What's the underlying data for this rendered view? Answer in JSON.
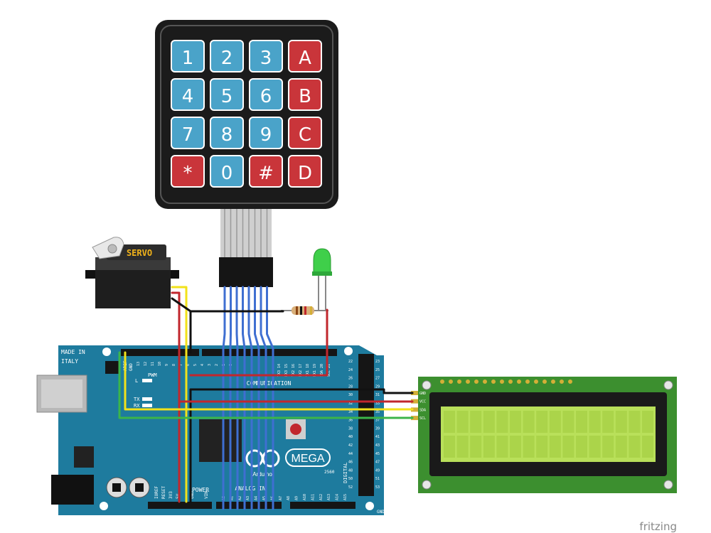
{
  "keypad": {
    "keys": [
      {
        "label": "1",
        "color": "#4aa3c9"
      },
      {
        "label": "2",
        "color": "#4aa3c9"
      },
      {
        "label": "3",
        "color": "#4aa3c9"
      },
      {
        "label": "A",
        "color": "#c9353a"
      },
      {
        "label": "4",
        "color": "#4aa3c9"
      },
      {
        "label": "5",
        "color": "#4aa3c9"
      },
      {
        "label": "6",
        "color": "#4aa3c9"
      },
      {
        "label": "B",
        "color": "#c9353a"
      },
      {
        "label": "7",
        "color": "#4aa3c9"
      },
      {
        "label": "8",
        "color": "#4aa3c9"
      },
      {
        "label": "9",
        "color": "#4aa3c9"
      },
      {
        "label": "C",
        "color": "#c9353a"
      },
      {
        "label": "*",
        "color": "#c9353a"
      },
      {
        "label": "0",
        "color": "#4aa3c9"
      },
      {
        "label": "#",
        "color": "#c9353a"
      },
      {
        "label": "D",
        "color": "#c9353a"
      }
    ]
  },
  "servo": {
    "label": "SERVO"
  },
  "board": {
    "made_in": "MADE IN",
    "italy": "ITALY",
    "mega": "MEGA",
    "mega_sub": "2560",
    "aref": "AREF",
    "gnd": "GND",
    "pwm": "PWM",
    "led_l": "L",
    "tx": "TX",
    "rx": "RX",
    "communication": "COMMUNICATION",
    "power": "POWER",
    "ioref": "IOREF",
    "reset": "RESET",
    "v33": "3V3",
    "v5": "5V",
    "vin": "VIN",
    "digital": "DIGITAL",
    "analog_in": "ANALOG IN",
    "arduino_word": "Arduino",
    "gnd_bottom": "GND",
    "comm_pins": [
      "TX3 14",
      "RX3 15",
      "TX2 16",
      "RX2 17",
      "TX1 18",
      "RX1 19",
      "SDA 20",
      "SCL 21"
    ],
    "pwm_pins": [
      "13",
      "12",
      "11",
      "10",
      "9",
      "8",
      "7",
      "6",
      "5",
      "4",
      "3",
      "2",
      "1",
      "0"
    ],
    "right_pins": [
      "22",
      "24",
      "26",
      "28",
      "30",
      "32",
      "34",
      "36",
      "38",
      "40",
      "42",
      "44",
      "46",
      "48",
      "50",
      "52"
    ],
    "right_pins_b": [
      "23",
      "25",
      "27",
      "29",
      "31",
      "33",
      "35",
      "37",
      "39",
      "41",
      "43",
      "45",
      "47",
      "49",
      "51",
      "53"
    ],
    "analog_pins": [
      "A0",
      "A1",
      "A2",
      "A3",
      "A4",
      "A5",
      "A6",
      "A7",
      "A8",
      "A9",
      "A10",
      "A11",
      "A12",
      "A13",
      "A14",
      "A15"
    ]
  },
  "lcd": {
    "pins": [
      "GND",
      "VCC",
      "SDA",
      "SCL"
    ]
  },
  "branding": {
    "fritzing": "fritzing"
  },
  "colors": {
    "board": "#1e7b9e",
    "wire_blue": "#3f6fd1",
    "wire_red": "#c1272d",
    "wire_yellow": "#f2e21a",
    "wire_green": "#3bb54a",
    "wire_black": "#111111",
    "lcd_pcb": "#3c8f2f",
    "lcd_screen": "#b9e05a"
  }
}
